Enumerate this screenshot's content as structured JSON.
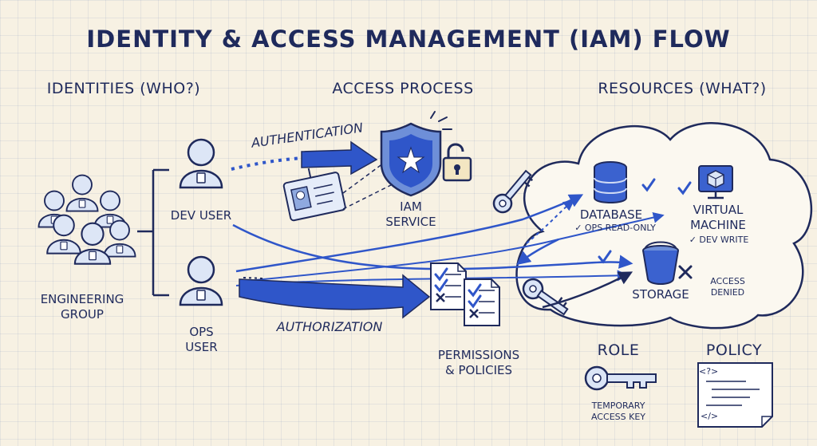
{
  "title": "IDENTITY & ACCESS MANAGEMENT (IAM) FLOW",
  "sections": {
    "identities": "IDENTITIES (WHO?)",
    "access_process": "ACCESS PROCESS",
    "resources": "RESOURCES (WHAT?)"
  },
  "identities": {
    "group": "ENGINEERING\nGROUP",
    "dev_user": "DEV USER",
    "ops_user": "OPS\nUSER"
  },
  "process": {
    "authentication": "AUTHENTICATION",
    "authorization": "AUTHORIZATION",
    "iam_service": "IAM\nSERVICE",
    "permissions": "PERMISSIONS\n& POLICIES"
  },
  "resources": {
    "database": "DATABASE",
    "database_note": "✓ OPS READ-ONLY",
    "vm": "VIRTUAL\nMACHINE",
    "vm_note": "✓ DEV WRITE",
    "storage": "STORAGE",
    "denied": "ACCESS\nDENIED"
  },
  "legend": {
    "role": "ROLE",
    "role_caption": "TEMPORARY\nACCESS KEY",
    "policy": "POLICY",
    "policy_code_open": "<?>",
    "policy_code_close": "</>"
  },
  "colors": {
    "ink": "#1f2a5c",
    "accent": "#2f56c9",
    "fill": "#c9d7f2",
    "paper": "#f7f1e3"
  }
}
